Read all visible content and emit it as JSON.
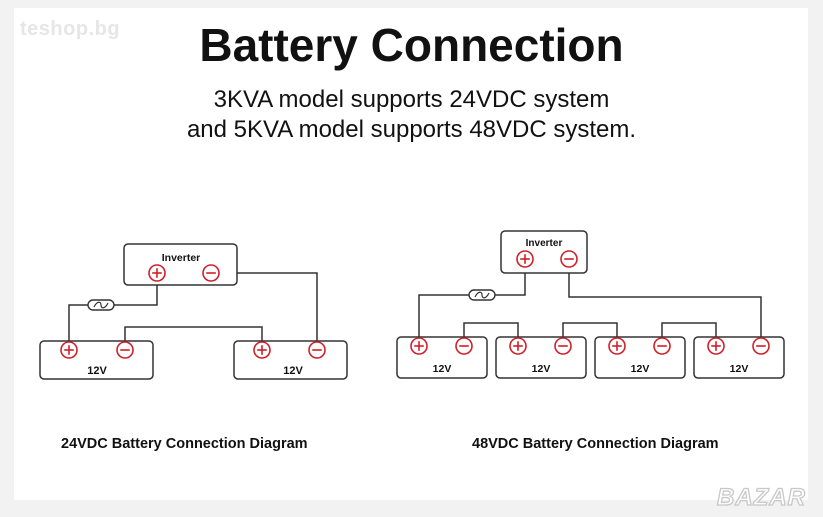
{
  "watermark": "teshop.bg",
  "title": "Battery Connection",
  "subtitle_line1": "3KVA model supports 24VDC system",
  "subtitle_line2": "and 5KVA model supports 48VDC system.",
  "inverter_label": "Inverter",
  "battery_label": "12V",
  "captions": {
    "left": "24VDC Battery Connection Diagram",
    "right": "48VDC Battery Connection Diagram"
  },
  "logo_text": "BAZAR",
  "colors": {
    "terminal_red": "#d0202a",
    "line": "#333333"
  },
  "icons": {
    "positive_terminal": "plus-in-circle",
    "negative_terminal": "minus-in-circle",
    "fuse": "fuse-symbol"
  }
}
